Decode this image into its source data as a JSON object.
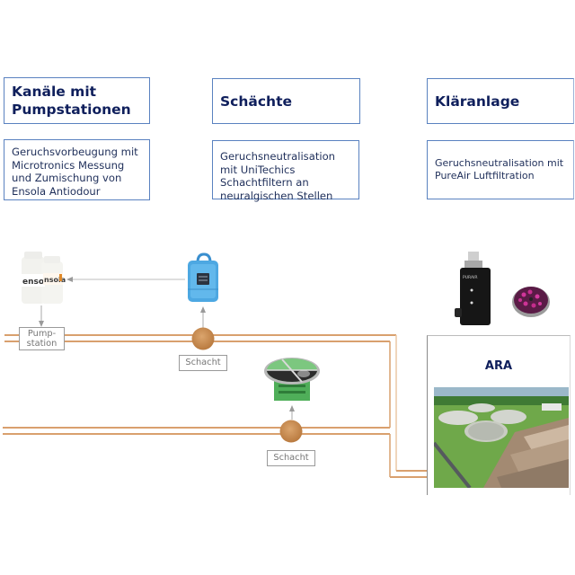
{
  "columns": [
    {
      "title": "Kanäle mit Pumpstationen",
      "description": "Geruchsvorbeugung mit Microtronics Messung und Zumischung von Ensola Antiodour"
    },
    {
      "title": "Schächte",
      "description": "Geruchsneutralisation mit UniTechics Schachtfiltern an neuralgischen Stellen"
    },
    {
      "title": "Kläranlage",
      "description": "Geruchsneutralisation mit PureAir Luftfiltration"
    }
  ],
  "diagram": {
    "pumpstation_label": "Pump-\nstation",
    "pumpstation_line1": "Pump-",
    "pumpstation_line2": "station",
    "schacht_label_1": "Schacht",
    "schacht_label_2": "Schacht",
    "ara_title": "ARA",
    "products": {
      "ensola_bottle_label": "ensola",
      "pureair_filter_label": "PURAIR"
    }
  },
  "colors": {
    "title_text": "#0f1f5c",
    "card_border": "#5a82c0",
    "pipe": "#d9a06e",
    "pipe_light": "#ecc9a5",
    "manhole": "#c98a4e",
    "arrow": "#9a9a9a"
  }
}
